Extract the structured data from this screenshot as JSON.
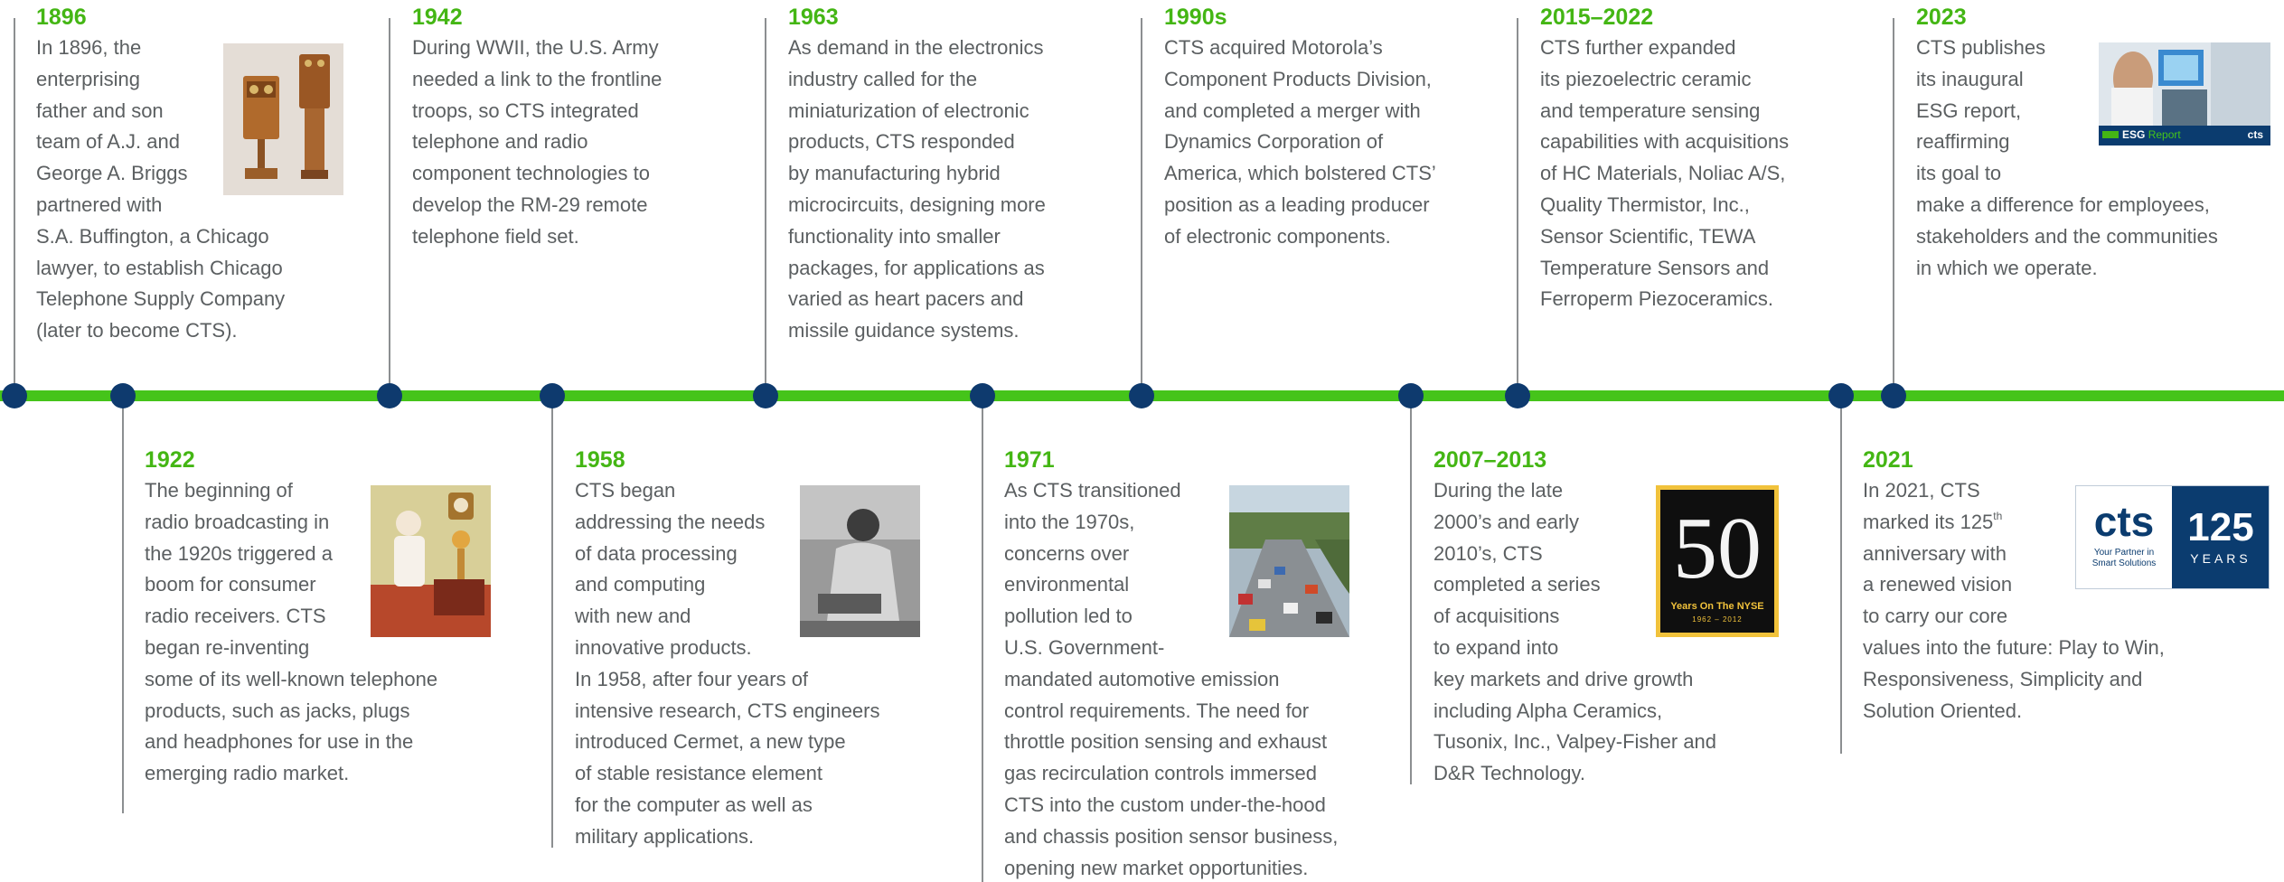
{
  "colors": {
    "accent_green": "#45c41a",
    "year_green": "#44b614",
    "dot_navy": "#0e3a6e",
    "text_gray": "#5b5f61"
  },
  "entries": [
    {
      "year": "1896",
      "lines": [
        "In 1896, the",
        "enterprising",
        "father and son",
        "team of A.J. and",
        "George A. Briggs",
        "partnered with",
        "S.A. Buffington, a Chicago",
        "lawyer, to establish Chicago",
        "Telephone Supply Company",
        "(later to become CTS)."
      ],
      "image": "antique-telephones"
    },
    {
      "year": "1922",
      "lines": [
        "The beginning of",
        "radio broadcasting in",
        "the 1920s triggered a",
        "boom for consumer",
        "radio receivers. CTS",
        "began re-inventing",
        "some of its well-known telephone",
        "products, such as jacks, plugs",
        "and headphones for use in the",
        "emerging radio market."
      ],
      "image": "vintage-radio-ad"
    },
    {
      "year": "1942",
      "lines": [
        "During WWII, the U.S. Army",
        "needed a link to the frontline",
        "troops, so CTS integrated",
        "telephone and radio",
        "component technologies to",
        "develop the RM-29 remote",
        "telephone field set."
      ]
    },
    {
      "year": "1958",
      "lines": [
        "CTS began",
        "addressing the needs",
        "of data processing",
        "and computing",
        "with new and",
        "innovative products.",
        "In 1958, after four years of",
        "intensive research, CTS engineers",
        "introduced Cermet, a new type",
        "of stable resistance element",
        "for the computer as well as",
        "military applications."
      ],
      "image": "engineer-at-work"
    },
    {
      "year": "1963",
      "lines": [
        "As demand in the electronics",
        "industry called for the",
        "miniaturization of electronic",
        "products, CTS responded",
        "by manufacturing hybrid",
        "microcircuits, designing more",
        "functionality into smaller",
        "packages, for applications as",
        "varied as heart pacers and",
        "missile guidance systems."
      ]
    },
    {
      "year": "1971",
      "lines": [
        "As CTS transitioned",
        "into the 1970s,",
        "concerns over",
        "environmental",
        "pollution led to",
        "U.S. Government-",
        "mandated automotive emission",
        "control requirements. The need for",
        "throttle position sensing and exhaust",
        "gas recirculation controls immersed",
        "CTS into the custom under-the-hood",
        "and chassis position sensor business,",
        "opening new market opportunities."
      ],
      "image": "highway-traffic"
    },
    {
      "year": "1990s",
      "lines": [
        "CTS acquired Motorola’s",
        "Component Products Division,",
        "and completed a merger with",
        "Dynamics Corporation of",
        "America, which bolstered CTS’",
        "position as a leading producer",
        "of electronic components."
      ]
    },
    {
      "year": "2007–2013",
      "lines": [
        "During the late",
        "2000’s and early",
        "2010’s, CTS",
        "completed a series",
        "of acquisitions",
        "to expand into",
        "key markets and drive growth",
        "including Alpha Ceramics,",
        "Tusonix, Inc., Valpey-Fisher and",
        "D&R Technology."
      ],
      "image": "nyse-50-years"
    },
    {
      "year": "2015–2022",
      "lines": [
        "CTS further expanded",
        "its piezoelectric ceramic",
        "and temperature sensing",
        "capabilities with acquisitions",
        "of HC Materials, Noliac A/S,",
        "Quality Thermistor, Inc.,",
        "Sensor Scientific, TEWA",
        "Temperature Sensors and",
        "Ferroperm Piezoceramics."
      ]
    },
    {
      "year": "2021",
      "lines_pre": [
        "In 2021, CTS"
      ],
      "line_sup": {
        "before": "marked its 125",
        "sup": "th"
      },
      "lines": [
        "anniversary with",
        "a renewed vision",
        "to carry our core",
        "values into the future: Play to Win,",
        "Responsiveness, Simplicity and",
        "Solution Oriented."
      ],
      "image": "cts-125-logo"
    },
    {
      "year": "2023",
      "lines": [
        "CTS publishes",
        "its inaugural",
        "ESG report,",
        "reaffirming",
        "its goal to",
        "make a difference for employees,",
        "stakeholders and the communities",
        "in which we operate."
      ],
      "image": "esg-report-cover"
    }
  ],
  "images": {
    "nyse": {
      "number": "50",
      "caption": "Years On The NYSE",
      "years": "1962 – 2012"
    },
    "cts_logo": {
      "brand": "cts",
      "tagline1": "Your Partner in",
      "tagline2": "Smart Solutions",
      "number": "125",
      "label": "YEARS"
    },
    "esg": {
      "tag": "CTS",
      "title": "ESG",
      "title2": "Report",
      "brand": "cts"
    }
  }
}
